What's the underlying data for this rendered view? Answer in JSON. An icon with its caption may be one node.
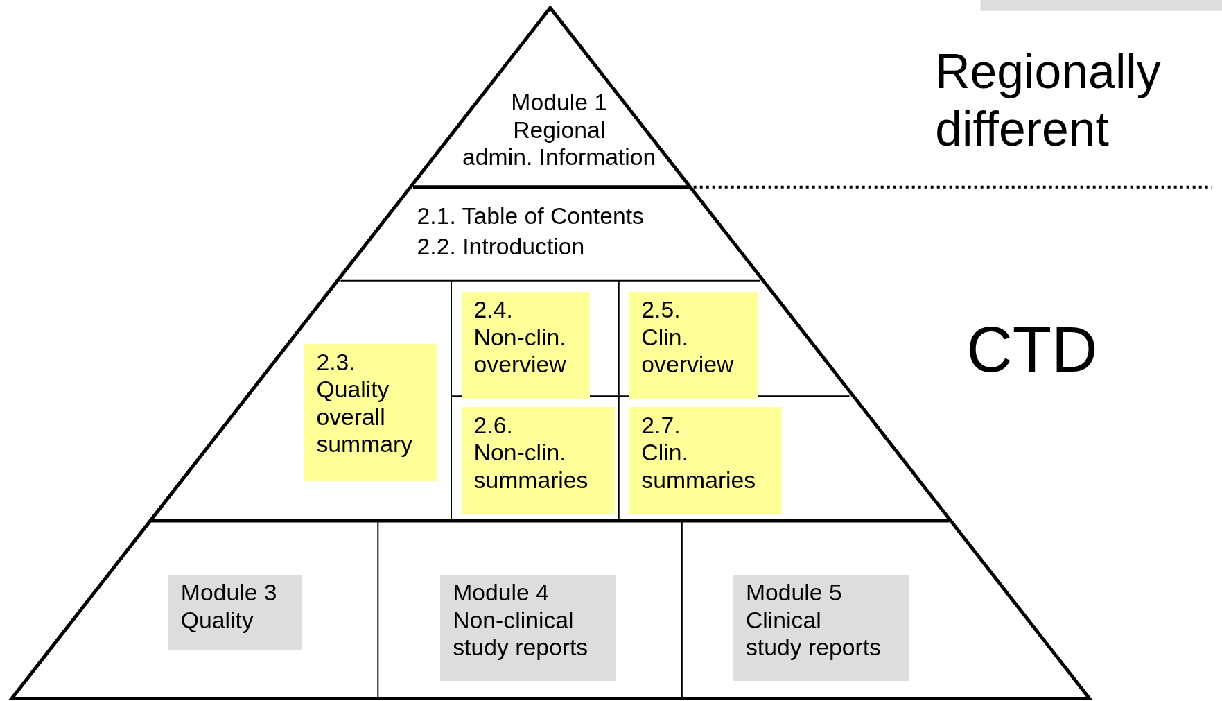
{
  "diagram": {
    "nodes": [
      {
        "text": [
          "Module 1 Regional admin. Information"
        ]
      },
      {
        "text": [
          "2.1. Table of Contents",
          "2.2. Introduction"
        ]
      },
      {
        "text": [
          "2.3. Quality overall summary"
        ]
      },
      {
        "text": [
          "2.4. Non-clin. overview"
        ]
      },
      {
        "text": [
          "2.5. Clin. overview"
        ]
      },
      {
        "text": [
          "2.6. Non-clin. summaries"
        ]
      },
      {
        "text": [
          "2.7. Clin. summaries"
        ]
      },
      {
        "text": [
          "Module 3 Quality"
        ]
      },
      {
        "text": [
          "Module 4 Non-clinical study reports"
        ]
      },
      {
        "text": [
          "Module 5 Clinical study reports"
        ]
      }
    ],
    "edges": [],
    "labels": [
      "Regionally different",
      "CTD"
    ]
  }
}
